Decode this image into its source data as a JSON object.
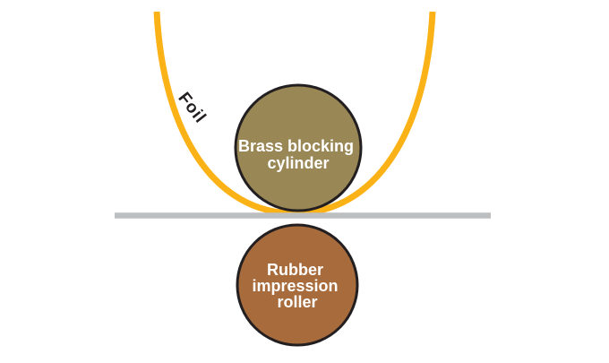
{
  "diagram": {
    "background_color": "#FFFFFF",
    "foil": {
      "label": "Foil",
      "color": "#FBB216",
      "label_color": "#231F20"
    },
    "brass_cylinder": {
      "label_lines": [
        "Brass blocking",
        "cylinder"
      ],
      "fill": "#9A8756",
      "outline": "#231F20",
      "label_color": "#FFFFFF"
    },
    "impression_surface": {
      "color": "#BCBEC0"
    },
    "rubber_roller": {
      "label_lines": [
        "Rubber",
        "impression",
        "roller"
      ],
      "fill": "#A86B3C",
      "outline": "#231F20",
      "label_color": "#FFFFFF"
    }
  }
}
